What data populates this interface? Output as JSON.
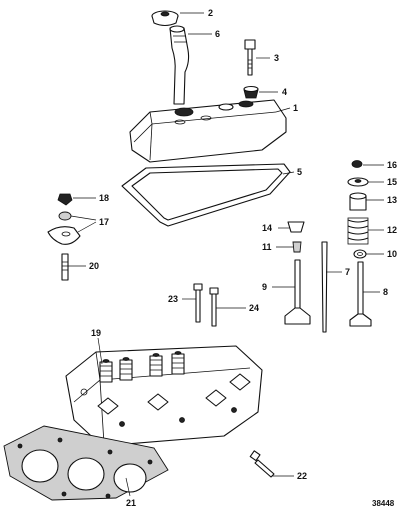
{
  "drawing_number": "38448",
  "callouts": {
    "c1": "1",
    "c2": "2",
    "c3": "3",
    "c4": "4",
    "c5": "5",
    "c6": "6",
    "c7": "7",
    "c8": "8",
    "c9": "9",
    "c10": "10",
    "c11": "11",
    "c12": "12",
    "c13": "13",
    "c14": "14",
    "c15": "15",
    "c16": "16",
    "c17": "17",
    "c18": "18",
    "c19": "19",
    "c20": "20",
    "c21": "21",
    "c22": "22",
    "c23": "23",
    "c24": "24"
  }
}
